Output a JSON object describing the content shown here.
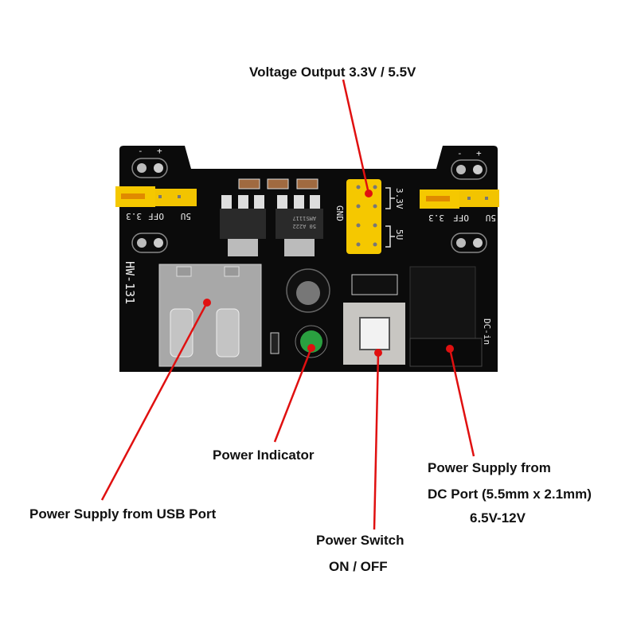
{
  "annotations": {
    "voltage_output": "Voltage Output 3.3V / 5.5V",
    "power_indicator": "Power Indicator",
    "usb_supply": "Power Supply from USB Port",
    "power_switch_line1": "Power Switch",
    "power_switch_line2": "ON / OFF",
    "dc_supply_line1": "Power Supply from",
    "dc_supply_line2": "DC Port (5.5mm x 2.1mm)",
    "dc_supply_line3": "6.5V-12V"
  },
  "board": {
    "model": "HW-131",
    "left_jumper": {
      "a": "3.3",
      "b": "OFF",
      "c": "5U"
    },
    "right_jumper": {
      "a": "3.3",
      "b": "OFF",
      "c": "5U"
    },
    "gnd": "GND",
    "v33": "3.3V",
    "v5": "5U",
    "dc_in": "DC-in",
    "regulator": "AMS1117",
    "regulator_code": "50 A222",
    "minus": "-",
    "plus": "+"
  },
  "colors": {
    "annotation_line": "#e01010",
    "board": "#0b0b0b",
    "jumper": "#f5c800"
  }
}
